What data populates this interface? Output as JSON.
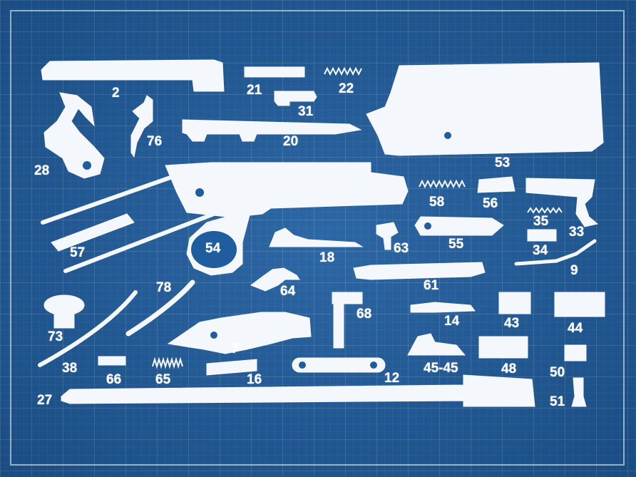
{
  "labels": {
    "p2": "2",
    "p21": "21",
    "p22": "22",
    "p31": "31",
    "p20": "20",
    "p53": "53",
    "p28": "28",
    "p76": "76",
    "p58": "58",
    "p56": "56",
    "p35": "35",
    "p33": "33",
    "p57": "57",
    "p54": "54",
    "p18": "18",
    "p63": "63",
    "p55": "55",
    "p34": "34",
    "p9": "9",
    "p64": "64",
    "p61": "61",
    "p78": "78",
    "p68": "68",
    "p14": "14",
    "p43": "43",
    "p44": "44",
    "p73": "73",
    "p7": "7",
    "p38": "38",
    "p66": "66",
    "p65": "65",
    "p16": "16",
    "p12": "12",
    "p4545": "45-45",
    "p48": "48",
    "p50": "50",
    "p27": "27",
    "p51": "51"
  },
  "colors": {
    "background": "#1f5d9f",
    "ink": "#f4f7fb"
  }
}
